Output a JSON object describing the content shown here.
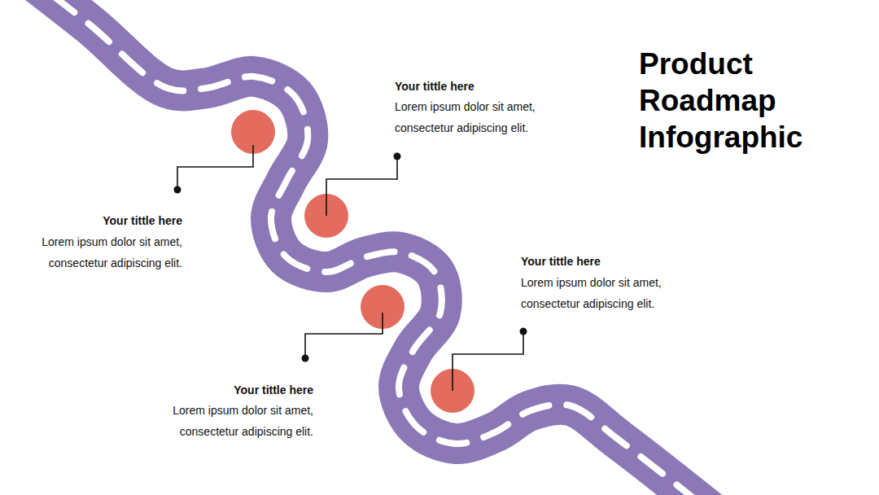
{
  "diagram": {
    "title": "Product Roadmap Infographic",
    "labels": [
      "Your tittle here",
      "Lorem ipsum dolor sit amet, consectetur adipiscing elit.",
      "Your tittle here",
      "Lorem ipsum dolor sit amet, consectetur adipiscing elit.",
      "Your tittle here",
      "Lorem ipsum dolor sit amet, consectetur adipiscing elit.",
      "Your tittle here",
      "Lorem ipsum dolor sit amet, consectetur adipiscing elit."
    ]
  }
}
